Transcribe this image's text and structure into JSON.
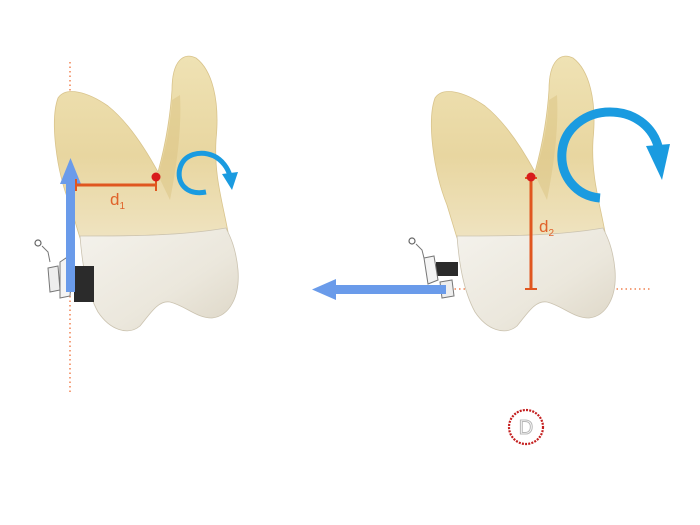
{
  "colors": {
    "force_arrow": "#6a9bea",
    "moment_arrow": "#1a9be0",
    "distance": "#e0561f",
    "reference_line": "#f4a17c",
    "center_point": "#d81b1b",
    "stamp": "#c41e1e",
    "crown": "#eeeae0",
    "root": "#e6d09a"
  },
  "panels": [
    {
      "force_direction": "vertical-up",
      "moment_direction": "clockwise",
      "distance_label": {
        "main": "d",
        "sub": "1"
      }
    },
    {
      "force_direction": "horizontal-left",
      "moment_direction": "clockwise",
      "distance_label": {
        "main": "d",
        "sub": "2"
      }
    }
  ],
  "stamp": {
    "letter": "D"
  },
  "icons": [
    "tooth-icon",
    "bracket-icon",
    "force-arrow-icon",
    "moment-arrow-icon",
    "stamp-icon"
  ]
}
